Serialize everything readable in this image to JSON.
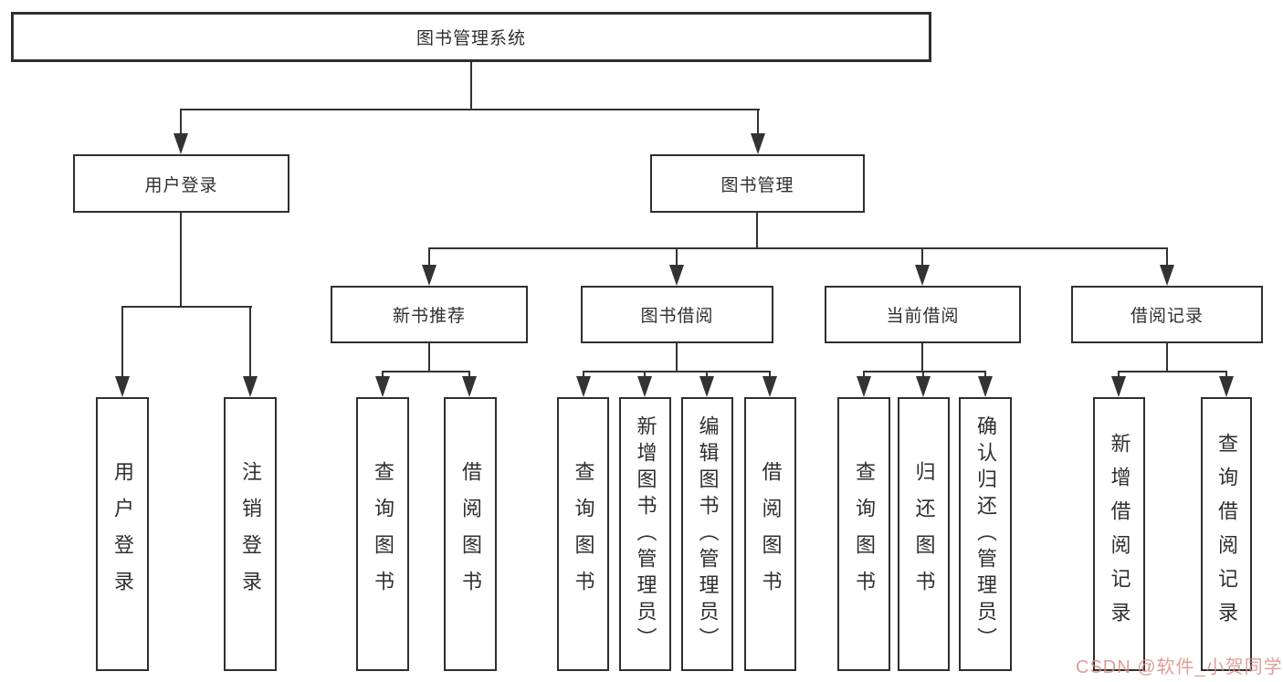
{
  "diagram_title": "图书管理系统",
  "nodes": {
    "root": "图书管理系统",
    "userLogin": "用户登录",
    "bookMgmt": "图书管理",
    "newBookRec": "新书推荐",
    "bookBorrow": "图书借阅",
    "currentBorrow": "当前借阅",
    "borrowRecord": "借阅记录",
    "leafUserLogin": "用户登录",
    "leafLogout": "注销登录",
    "recQueryBook": "查询图书",
    "recBorrowBook": "借阅图书",
    "bbQueryBook": "查询图书",
    "bbAddBook": "新增图书（管理员）",
    "bbEditBook": "编辑图书（管理员）",
    "bbBorrowBook": "借阅图书",
    "cbQueryBook": "查询图书",
    "cbReturnBook": "归还图书",
    "cbConfirmReturn": "确认归还（管理员）",
    "brAddRecord": "新增借阅记录",
    "brQueryRecord": "查询借阅记录"
  },
  "watermark": {
    "text": "CSDN @软件_小贺同学",
    "color": "#d98e88"
  },
  "colors": {
    "box_border": "#2f2f2f",
    "connector_line": "#333333",
    "text": "#2f2f2f",
    "background": "#ffffff"
  }
}
